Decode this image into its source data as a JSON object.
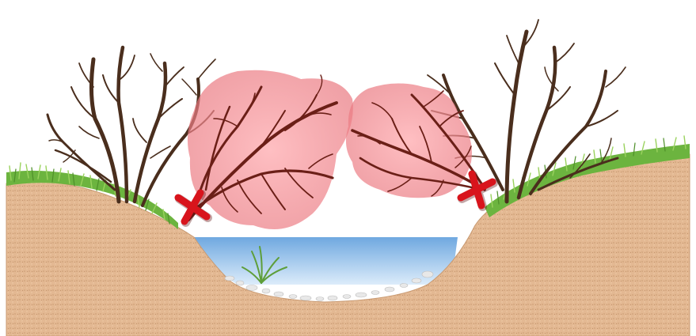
{
  "illustration": {
    "elements": {
      "left_shrub": "bare-shrub",
      "right_shrub": "bare-shrub",
      "left_removed_branches": "highlighted-overhanging-branches",
      "right_removed_branches": "highlighted-overhanging-branches",
      "left_cut_marker": "red-x-icon",
      "right_cut_marker": "red-x-icon",
      "water_plant": "reed-icon"
    },
    "colors": {
      "sky": "#ffffff",
      "soil": "#e3b892",
      "soil_dark": "#c99a72",
      "grass": "#6cb43f",
      "grass_light": "#9ad25e",
      "water_top": "#6fa8e0",
      "water_bottom": "#dcecfa",
      "branch": "#4a2e1d",
      "highlight": "#e8737b",
      "cut_marker": "#d8141c",
      "pebbles": "#e8e8e8"
    }
  }
}
